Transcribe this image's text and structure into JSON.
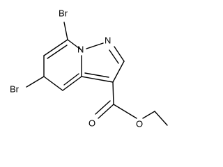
{
  "structure": {
    "atoms": {
      "br_top": "Br",
      "br_left": "Br",
      "n_bridge": "N",
      "n_top": "N",
      "o_carbonyl": "O",
      "o_ester": "O"
    },
    "colors": {
      "bond": "#000000",
      "label": "#000000",
      "background": "#ffffff"
    }
  }
}
